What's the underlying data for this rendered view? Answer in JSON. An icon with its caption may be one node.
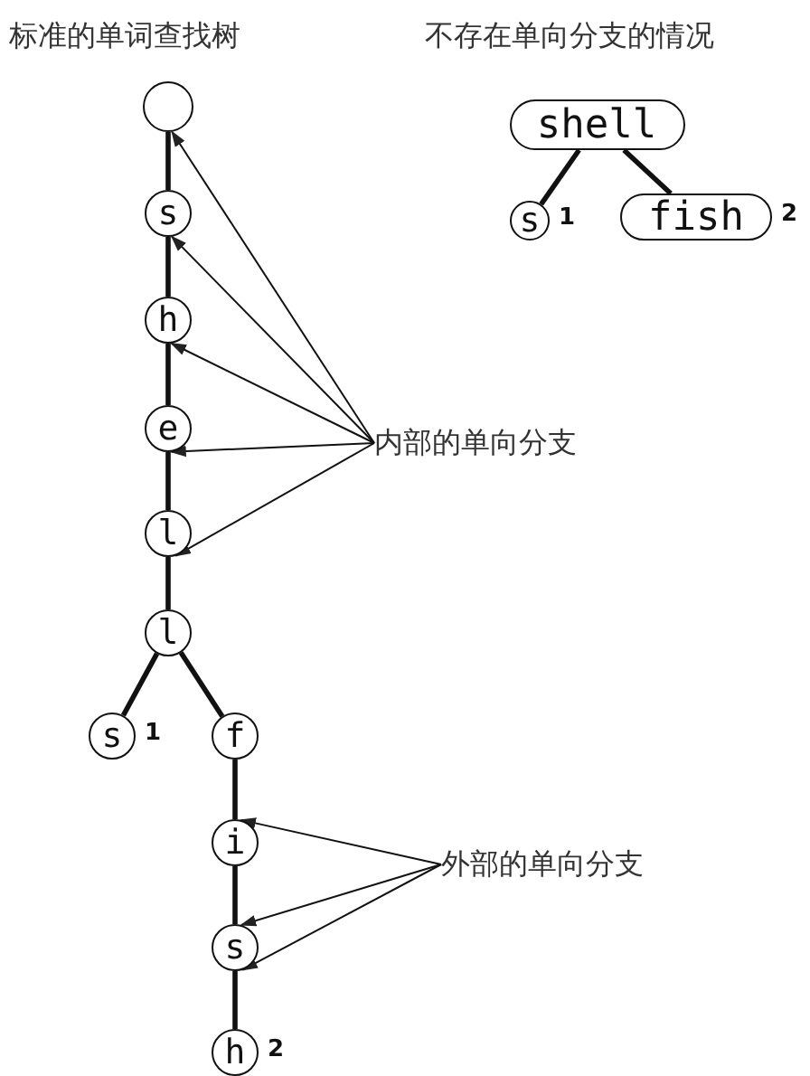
{
  "diagram": {
    "nodes": [
      {
        "text": [],
        "shape": "circle"
      },
      {
        "text": [
          "s"
        ]
      },
      {
        "text": [
          "h"
        ]
      },
      {
        "text": [
          "e"
        ]
      },
      {
        "text": [
          "l"
        ]
      },
      {
        "text": [
          "l"
        ]
      },
      {
        "text": [
          "s"
        ],
        "beside": [
          "1"
        ]
      },
      {
        "text": [
          "f"
        ]
      },
      {
        "text": [
          "i"
        ]
      },
      {
        "text": [
          "s"
        ]
      },
      {
        "text": [
          "h"
        ],
        "beside": [
          "2"
        ]
      },
      {
        "text": [
          "shell"
        ]
      },
      {
        "text": [
          "s"
        ],
        "beside": [
          "1"
        ]
      },
      {
        "text": [
          "fish"
        ],
        "beside": [
          "2"
        ]
      },
      {
        "text": [
          "内部的单向分支"
        ]
      },
      {
        "text": [
          "外部的单向分支"
        ]
      }
    ],
    "edges": [
      {
        "from": 0,
        "to": 1,
        "arrow": "none"
      },
      {
        "from": 1,
        "to": 2,
        "arrow": "none"
      },
      {
        "from": 2,
        "to": 3,
        "arrow": "none"
      },
      {
        "from": 3,
        "to": 4,
        "arrow": "none"
      },
      {
        "from": 4,
        "to": 5,
        "arrow": "none"
      },
      {
        "from": 5,
        "to": 6,
        "arrow": "none"
      },
      {
        "from": 5,
        "to": 7,
        "arrow": "none"
      },
      {
        "from": 7,
        "to": 8,
        "arrow": "none"
      },
      {
        "from": 8,
        "to": 9,
        "arrow": "none"
      },
      {
        "from": 9,
        "to": 10,
        "arrow": "none"
      },
      {
        "from": 11,
        "to": 12,
        "arrow": "none"
      },
      {
        "from": 11,
        "to": 13,
        "arrow": "none"
      },
      {
        "from": 14,
        "to": 0,
        "arrow": "to"
      },
      {
        "from": 14,
        "to": 1,
        "arrow": "to"
      },
      {
        "from": 14,
        "to": 2,
        "arrow": "to"
      },
      {
        "from": 14,
        "to": 3,
        "arrow": "to"
      },
      {
        "from": 14,
        "to": 4,
        "arrow": "to"
      },
      {
        "from": 15,
        "to": 8,
        "arrow": "to"
      },
      {
        "from": 15,
        "to": 9,
        "arrow": "to"
      },
      {
        "from": 15,
        "to": 9,
        "arrow": "to"
      }
    ],
    "labels": [
      "标准的单词查找树",
      "不存在单向分支的情况"
    ]
  }
}
